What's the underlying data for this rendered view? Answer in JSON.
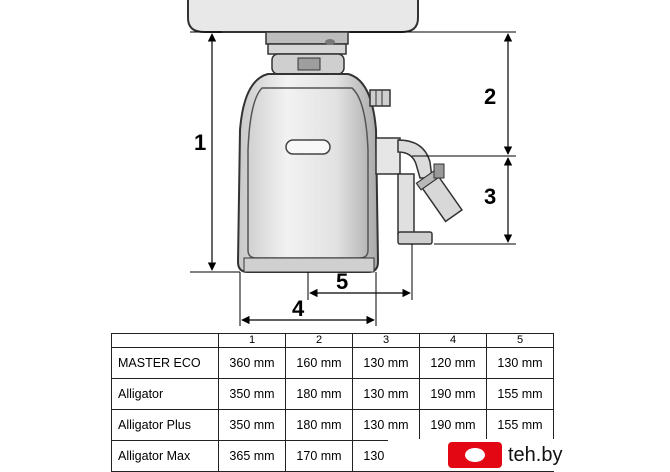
{
  "dimension_labels": [
    "1",
    "2",
    "3",
    "4",
    "5"
  ],
  "table": {
    "column_headers": [
      "1",
      "2",
      "3",
      "4",
      "5"
    ],
    "rows": [
      {
        "model": "MASTER ECO",
        "values": [
          "360 mm",
          "160 mm",
          "130 mm",
          "120 mm",
          "130 mm"
        ]
      },
      {
        "model": "Alligator",
        "values": [
          "350 mm",
          "180 mm",
          "130 mm",
          "190 mm",
          "155 mm"
        ]
      },
      {
        "model": "Alligator Plus",
        "values": [
          "350 mm",
          "180 mm",
          "130 mm",
          "190 mm",
          "155 mm"
        ]
      },
      {
        "model": "Alligator Max",
        "values": [
          "365 mm",
          "170 mm",
          "130 mm",
          "",
          ""
        ]
      }
    ]
  },
  "watermark": {
    "text": "teh.by",
    "logo_color": "#e30613"
  }
}
